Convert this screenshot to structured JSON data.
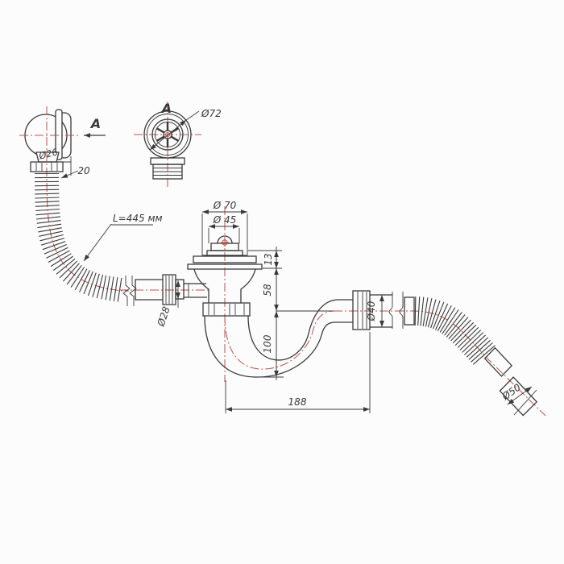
{
  "drawing": {
    "type": "technical-drawing",
    "subject": "bathtub-drain-siphon-with-overflow",
    "colors": {
      "line": "#3a3a3a",
      "centerline": "#c0504d",
      "background": "#fcfcfc"
    },
    "view_labels": {
      "section_arrow": "A",
      "view_title": "A"
    },
    "labels": {
      "overflow_neck_diameter": "Ø26",
      "overflow_hose_offset": "20",
      "grate_diameter": "Ø72",
      "hose_length": "L=445 мм",
      "drain_flange_diameter": "Ø 70",
      "plug_diameter": "Ø 45",
      "flange_height": "13",
      "drain_to_outlet_axis": "58",
      "outlet_axis_to_bottom": "100",
      "horizontal_span": "188",
      "inlet_pipe_diameter": "Ø28",
      "outlet_pipe_diameter": "Ø40",
      "outlet_end_diameter": "Ø50"
    }
  }
}
